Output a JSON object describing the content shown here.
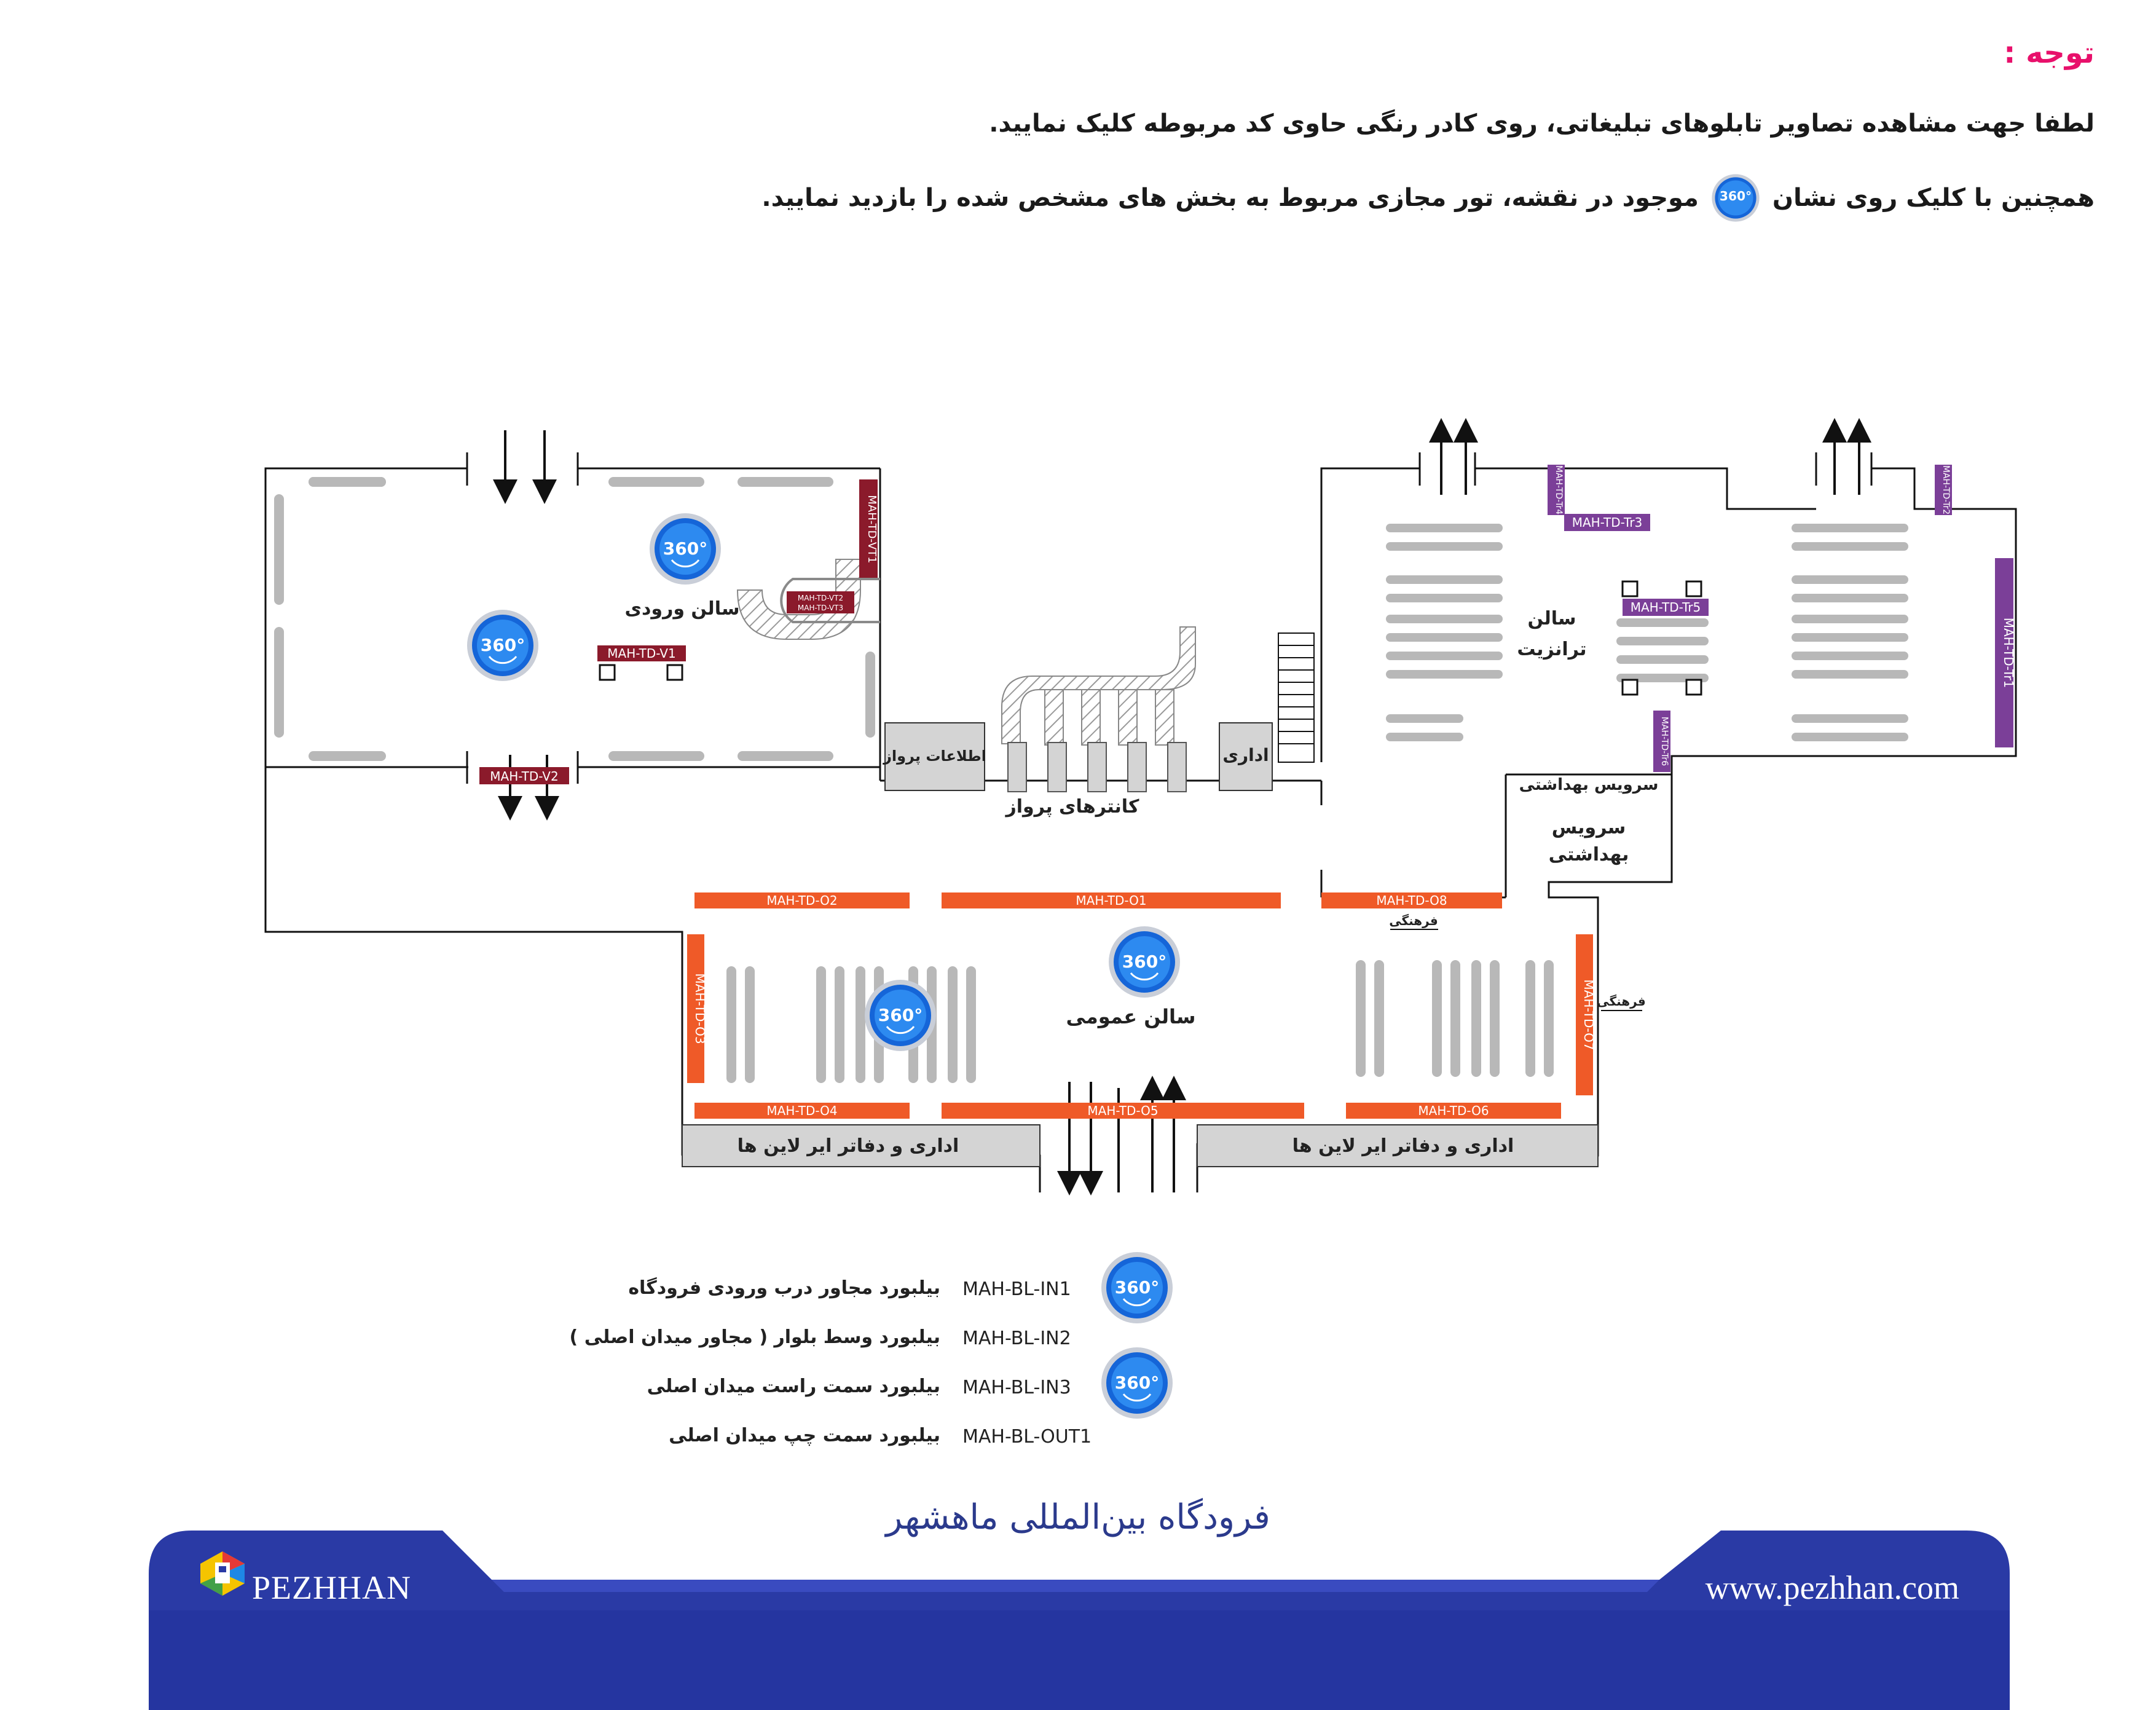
{
  "notice": {
    "title": "توجه :",
    "line1": "لطفا جهت مشاهده تصاویر تابلوهای تبلیغاتی، روی کادر رنگی حاوی کد مربوطه کلیک نمایید.",
    "line2_before": "همچنین با کلیک روی نشان",
    "line2_after": "موجود در نقشه، تور مجازی مربوط به بخش های مشخص شده را بازدید نمایید."
  },
  "badge_text": "360°",
  "map": {
    "entrance_hall": "سالن ورودی",
    "flight_info": "اطلاعات پرواز",
    "flight_counters": "کانترهای پرواز",
    "admin": "اداری",
    "transit_hall_1": "سالن",
    "transit_hall_2": "ترانزیت",
    "restroom_1": "سرویس بهداشتی",
    "restroom_2a": "سرویس",
    "restroom_2b": "بهداشتی",
    "cultural_1": "فرهنگی",
    "cultural_2": "فرهنگی",
    "general_hall": "سالن عمومی",
    "airline_offices_left": "اداری و دفاتر ایر لاین ها",
    "airline_offices_right": "اداری و دفاتر ایر لاین ها"
  },
  "codes": {
    "v1": "MAH-TD-V1",
    "v2": "MAH-TD-V2",
    "vt1": "MAH-TD-VT1",
    "vt2": "MAH-TD-VT2",
    "vt3": "MAH-TD-VT3",
    "tr1": "MAH-TD-Tr1",
    "tr3": "MAH-TD-Tr3",
    "tr4": "MAH-TD-Tr4",
    "tr5": "MAH-TD-Tr5",
    "tr2": "MAH-TD-Tr2",
    "tr6": "MAH-TD-Tr6",
    "o1": "MAH-TD-O1",
    "o2": "MAH-TD-O2",
    "o3": "MAH-TD-O3",
    "o4": "MAH-TD-O4",
    "o5": "MAH-TD-O5",
    "o6": "MAH-TD-O6",
    "o7": "MAH-TD-O7",
    "o8": "MAH-TD-O8"
  },
  "legend": [
    {
      "code": "MAH-BL-IN1",
      "desc": "بیلبورد مجاور درب ورودی فرودگاه"
    },
    {
      "code": "MAH-BL-IN2",
      "desc": "بیلبورد وسط بلوار ( مجاور میدان اصلی )"
    },
    {
      "code": "MAH-BL-IN3",
      "desc": "بیلبورد سمت راست  میدان اصلی"
    },
    {
      "code": "MAH-BL-OUT1",
      "desc": "بیلبورد سمت چپ  میدان اصلی"
    }
  ],
  "footer": {
    "title": "فرودگاه بین‌المللی ماهشهر",
    "brand": "PEZHHAN",
    "site": "www.pezhhan.com"
  },
  "colors": {
    "maroon": "#8b1a2b",
    "purple": "#7b3f98",
    "orange": "#ef5a28",
    "navy": "#2a3aa5",
    "badge_blue": "#1565d8",
    "accent_pink": "#e8106b"
  }
}
